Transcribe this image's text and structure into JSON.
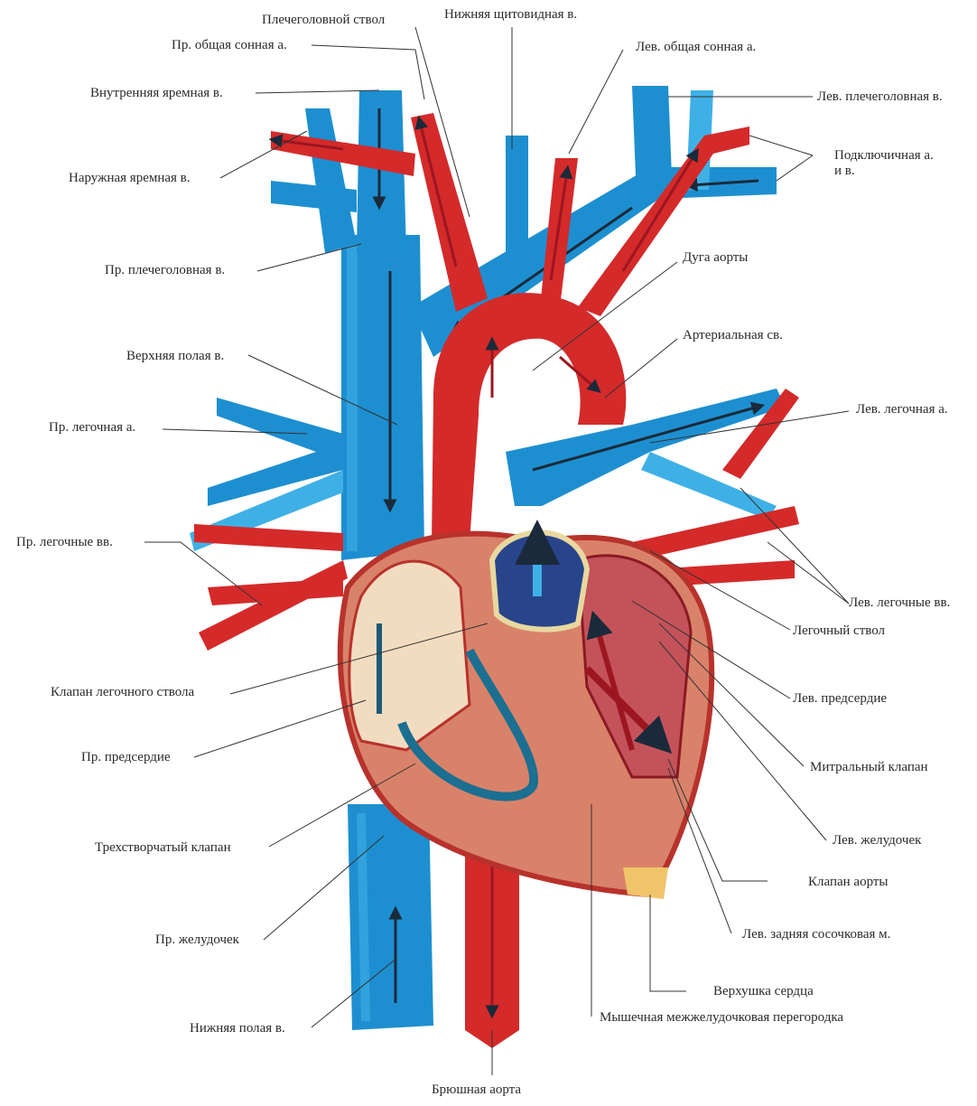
{
  "labels": {
    "brachiocephalic_trunk": "Плечеголовной ствол",
    "inferior_thyroid_v": "Нижняя щитовидная в.",
    "right_common_carotid": "Пр. общая сонная а.",
    "left_common_carotid": "Лев. общая сонная а.",
    "internal_jugular": "Внутренняя яремная в.",
    "left_brachiocephalic_v": "Лев. плечеголовная в.",
    "external_jugular": "Наружная яремная в.",
    "subclavian": "Подключичная а.\nи в.",
    "right_brachiocephalic_v": "Пр. плечеголовная в.",
    "aortic_arch": "Дуга аорты",
    "ductus_arteriosus": "Артериальная св.",
    "superior_vena_cava": "Верхняя полая в.",
    "right_pulmonary_a": "Пр. легочная а.",
    "left_pulmonary_a": "Лев. легочная а.",
    "right_pulmonary_vv": "Пр. легочные вв.",
    "left_pulmonary_vv": "Лев. легочные вв.",
    "pulmonary_trunk": "Легочный ствол",
    "pulmonary_valve": "Клапан легочного ствола",
    "left_atrium": "Лев. предсердие",
    "right_atrium": "Пр. предсердие",
    "mitral_valve": "Митральный клапан",
    "tricuspid_valve": "Трехстворчатый клапан",
    "left_ventricle": "Лев. желудочек",
    "aortic_valve": "Клапан аорты",
    "right_ventricle": "Пр. желудочек",
    "left_post_papillary": "Лев. задняя сосочковая м.",
    "apex": "Верхушка сердца",
    "inferior_vena_cava": "Нижняя полая в.",
    "interventricular_septum": "Мышечная межжелудочковая перегородка",
    "abdominal_aorta": "Брюшная аорта"
  },
  "colors": {
    "artery": "#d42a2a",
    "artery_dark": "#9c1620",
    "vein": "#1d8fd0",
    "vein_light": "#3fb0e6",
    "muscle": "#d9826a",
    "cavity": "#f2dcc0",
    "line": "#333333"
  }
}
